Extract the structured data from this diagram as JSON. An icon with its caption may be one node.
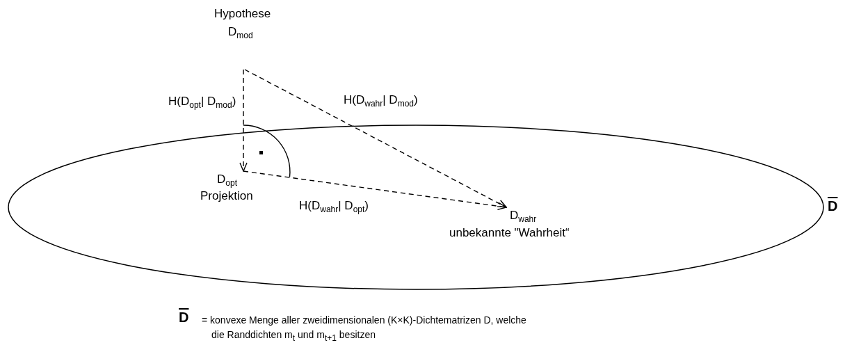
{
  "diagram": {
    "nodes": [
      {
        "text": [
          "D"
        ]
      },
      {
        "text": [
          "Hypothese",
          "D$_{mod}$"
        ]
      },
      {
        "text": [
          "D$_{opt}$",
          "Projektion"
        ],
        "in": 0
      },
      {
        "text": [
          "D$_{wahr}$",
          "unbekannte \"Wahrheit“"
        ],
        "in": 0
      }
    ],
    "edges": [
      {
        "from": 1,
        "to": 2,
        "arrow": "to",
        "style": "dashed",
        "label": "H(D$_{opt}$| D$_{mod}$)"
      },
      {
        "from": 1,
        "to": 3,
        "arrow": "to",
        "style": "dashed",
        "label": "H(D$_{wahr}$| D$_{mod}$)"
      },
      {
        "from": 2,
        "to": 3,
        "arrow": "to",
        "style": "dashed",
        "label": "H(D$_{wahr}$| D$_{opt}$)"
      }
    ],
    "labels": [
      "D",
      "= konvexe Menge aller zweidimensionalen (K×K)-Dichtematrizen D, welche die Randdichten m$_{t}$ und m$_{t+1}$ besitzen"
    ]
  }
}
